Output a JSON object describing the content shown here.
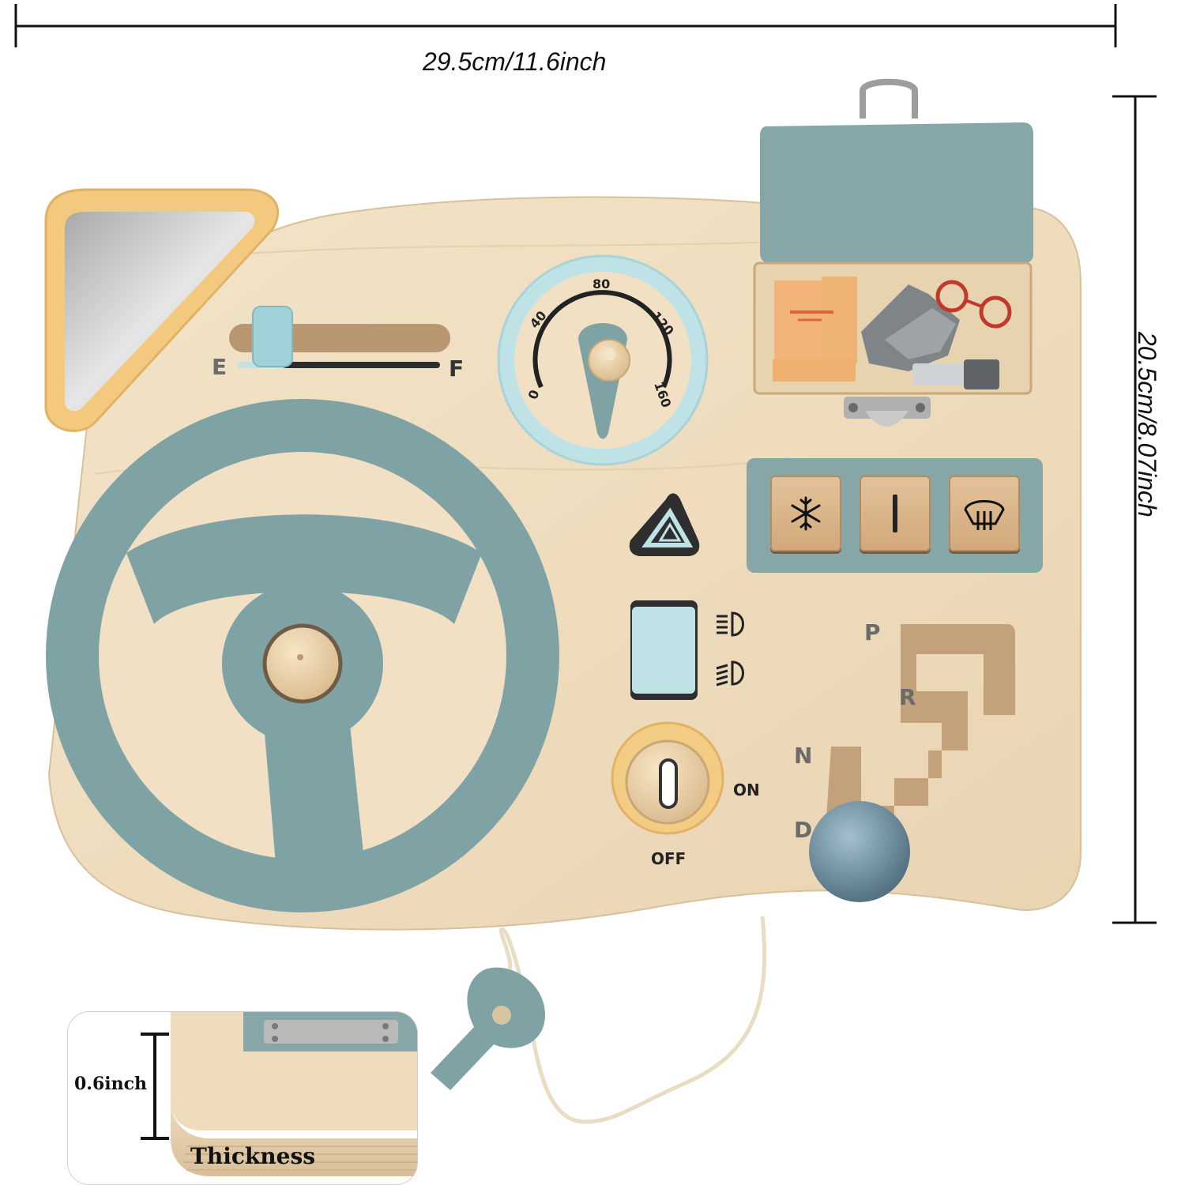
{
  "dimensions": {
    "width_label": "29.5cm/11.6inch",
    "height_label": "20.5cm/8.07inch"
  },
  "fuel_gauge": {
    "empty_label": "E",
    "full_label": "F"
  },
  "speedometer": {
    "ticks": [
      "0",
      "40",
      "80",
      "120",
      "160"
    ]
  },
  "buttons": [
    {
      "icon": "snowflake-icon"
    },
    {
      "icon": "power-line-icon"
    },
    {
      "icon": "defrost-icon"
    }
  ],
  "light_switch": {
    "icons": [
      "high-beam-icon",
      "low-beam-icon"
    ]
  },
  "ignition": {
    "on_label": "ON",
    "off_label": "OFF"
  },
  "gear_shift": {
    "labels": [
      "P",
      "R",
      "N",
      "D"
    ]
  },
  "thickness_inset": {
    "measure_label": "0.6inch",
    "caption": "Thickness"
  },
  "colors": {
    "wood": "#f0dfc3",
    "teal": "#7fa2a5",
    "light_blue": "#bfe2e6",
    "mustard": "#f3cc83"
  }
}
